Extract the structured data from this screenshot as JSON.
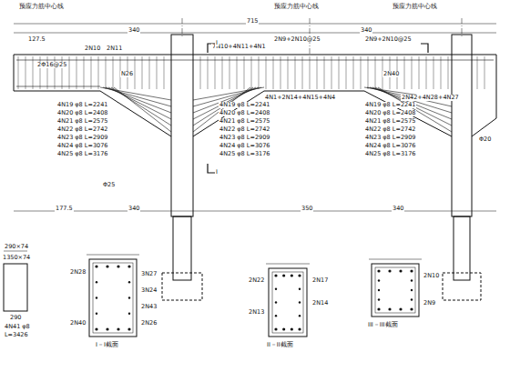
{
  "diagram": {
    "labels": [
      "预应力筋中心线",
      "预应力筋中心线",
      "预应力筋中心线",
      "715",
      "340",
      "340",
      "127.5",
      "2Φ16@25",
      "2N10",
      "2N11",
      "N26",
      "7N10+4N11+4N1",
      "2N9+2N10@25",
      "2N9+2N10@25",
      "2N40",
      "2N42+4N28+4N27",
      "4N19 φ8 L=2241",
      "4N20 φ8 L=2408",
      "4N21 φ8 L=2575",
      "4N22 φ8 L=2742",
      "4N23 φ8 L=2909",
      "4N24 φ8 L=3076",
      "4N25 φ8 L=3176",
      "Φ25",
      "4N19 φ8 L=2241",
      "4N20 φ8 L=2408",
      "4N21 φ8 L=2575",
      "4N22 φ8 L=2742",
      "4N23 φ8 L=2909",
      "4N24 φ8 L=3076",
      "4N25 φ8 L=3176",
      "4N1+2N14+4N15+4N4",
      "4N19 φ8 L=2241",
      "4N20 φ8 L=2408",
      "4N21 φ8 L=2575",
      "4N22 φ8 L=2742",
      "4N23 φ8 L=2909",
      "4N24 φ8 L=3076",
      "4N25 φ8 L=3176",
      "Φ20",
      "I",
      "I",
      "177.5",
      "340",
      "350",
      "340",
      "290×74",
      "1350×74",
      "290",
      "4N41 φ8",
      "L=3426",
      "I－I截面",
      "II－II截面",
      "III－III截面",
      "2N28",
      "3N27",
      "3N24",
      "2N43",
      "2N26",
      "2N40",
      "2N22",
      "2N17",
      "2N14",
      "2N13",
      "2N10",
      "2N9"
    ]
  }
}
